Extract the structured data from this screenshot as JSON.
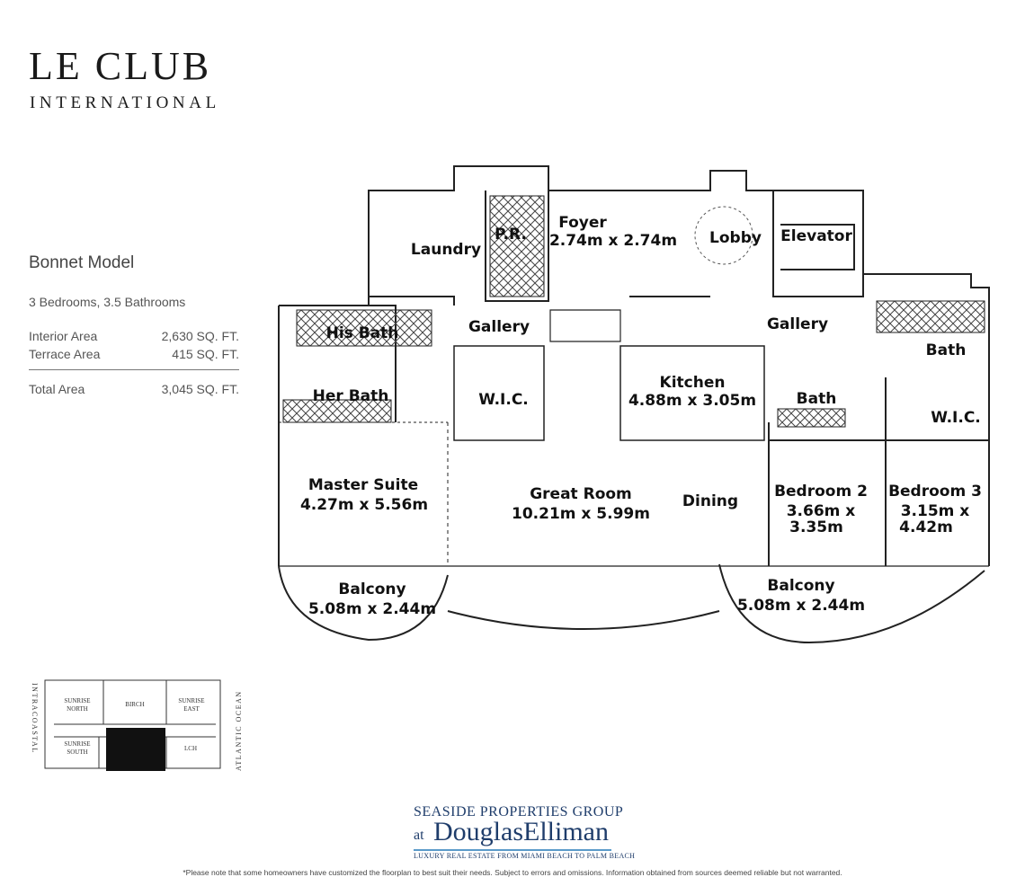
{
  "brand": {
    "name": "LE CLUB",
    "subname": "INTERNATIONAL"
  },
  "model": {
    "title": "Bonnet Model",
    "subtitle": "3 Bedrooms, 3.5 Bathrooms",
    "areas": [
      {
        "label": "Interior Area",
        "value": "2,630 SQ. FT."
      },
      {
        "label": "Terrace Area",
        "value": "415 SQ. FT."
      }
    ],
    "total": {
      "label": "Total Area",
      "value": "3,045 SQ. FT."
    }
  },
  "rooms": {
    "foyer": "Foyer",
    "foyer_dim": "2.74m x 2.74m",
    "lobby": "Lobby",
    "elevator": "Elevator",
    "laundry": "Laundry",
    "pr": "P.R.",
    "his_bath": "His Bath",
    "her_bath": "Her Bath",
    "gallery_left": "Gallery",
    "gallery_right": "Gallery",
    "wic_left": "W.I.C.",
    "kitchen": "Kitchen",
    "kitchen_dim": "4.88m x 3.05m",
    "bath_center": "Bath",
    "bath_right": "Bath",
    "wic_right": "W.I.C.",
    "master": "Master Suite",
    "master_dim": "4.27m x 5.56m",
    "great": "Great Room",
    "great_dim": "10.21m x 5.99m",
    "dining": "Dining",
    "bed2": "Bedroom 2",
    "bed2_dim1": "3.66m x",
    "bed2_dim2": "3.35m",
    "bed3": "Bedroom 3",
    "bed3_dim1": "3.15m x",
    "bed3_dim2": "4.42m",
    "balcony_left": "Balcony",
    "balcony_left_dim": "5.08m x 2.44m",
    "balcony_right": "Balcony",
    "balcony_right_dim": "5.08m x 2.44m"
  },
  "keyplan": {
    "units": {
      "sunrise_north": [
        "SUNRISE",
        "NORTH"
      ],
      "birch": "BIRCH",
      "sunrise_east": [
        "SUNRISE",
        "EAST"
      ],
      "sunrise_south": [
        "SUNRISE",
        "SOUTH"
      ],
      "lc": "LCH"
    },
    "left_side": "INTRACOASTAL",
    "right_side": "ATLANTIC OCEAN",
    "highlight_color": "#111111"
  },
  "footer": {
    "line1": "SEASIDE PROPERTIES GROUP",
    "at": "at",
    "brand": "DouglasElliman",
    "tagline": "LUXURY REAL ESTATE FROM MIAMI BEACH TO PALM BEACH",
    "brand_color": "#1f3d6b",
    "accent_color": "#5a9ac9"
  },
  "disclaimer": "*Please note that some homeowners have customized the floorplan to best suit their needs. Subject to errors and omissions. Information obtained from sources deemed reliable but not warranted."
}
